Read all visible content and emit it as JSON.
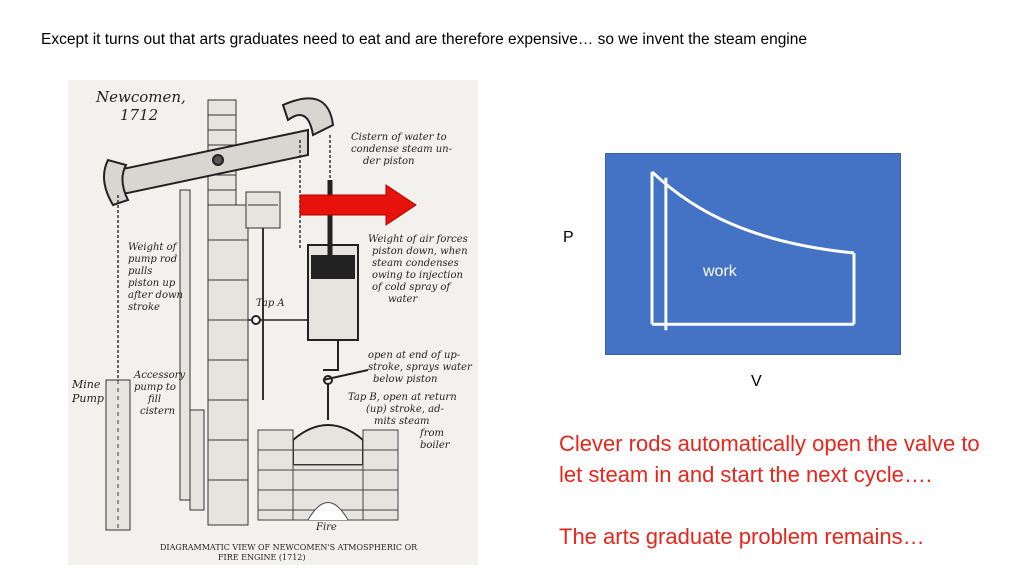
{
  "slide": {
    "title": "Except it turns out that arts graduates need to eat and are therefore expensive… so we invent the steam engine"
  },
  "engine_diagram": {
    "header_name": "Newcomen,",
    "header_year": "1712",
    "cistern_label": [
      "Cistern of water to",
      "condense steam un-",
      "der piston"
    ],
    "weight_label": [
      "Weight of air forces",
      "piston down, when",
      "steam condenses",
      "owing to injection",
      "of cold spray of",
      "water"
    ],
    "pump_rod_label": [
      "Weight of",
      "pump rod",
      "pulls",
      "piston up",
      "after down",
      "stroke"
    ],
    "tap_a_label": "Tap A",
    "open_end_label": [
      "open at end of up-",
      "stroke, sprays water",
      "below piston"
    ],
    "tap_b_label": [
      "Tap B, open at return",
      "(up) stroke, ad-",
      "mits steam",
      "from",
      "boiler"
    ],
    "accessory_label": [
      "Accessory",
      "pump to",
      "fill",
      "cistern"
    ],
    "mine_pump_label": [
      "Mine",
      "Pump"
    ],
    "fire_label": "Fire",
    "caption_line1": "DIAGRAMMATIC VIEW OF NEWCOMEN'S ATMOSPHERIC OR",
    "caption_line2": "FIRE ENGINE (1712)",
    "arrow_color": "#e8120c"
  },
  "pv_chart": {
    "box_color": "#4472c4",
    "line_color": "#ffffff",
    "work_label": "work",
    "p_axis_label": "P",
    "v_axis_label": "V"
  },
  "notes": {
    "line1": "Clever rods automatically open the valve to",
    "line2": "let steam in and start the next cycle….",
    "line3": "The arts graduate problem remains…",
    "color": "#e8251b"
  }
}
